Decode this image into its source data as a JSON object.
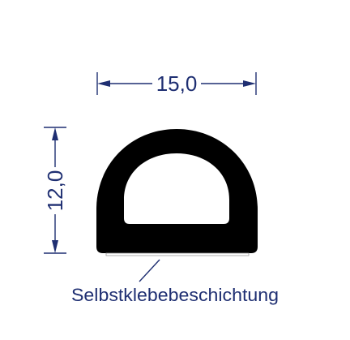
{
  "drawing": {
    "width_label": "15,0",
    "height_label": "12,0",
    "adhesive_label": "Selbstklebebeschichtung",
    "colors": {
      "dimension": "#1f2f72",
      "profile": "#000000",
      "background": "#ffffff"
    }
  }
}
